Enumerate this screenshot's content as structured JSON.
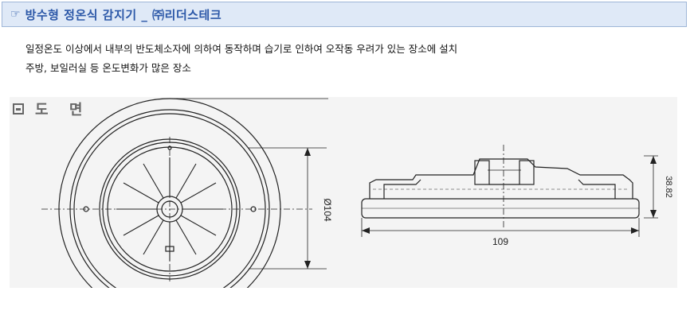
{
  "header": {
    "icon": "pointing-hand-icon",
    "glyph": "☞",
    "title": "방수형 정온식 감지기 _ ㈜리더스테크"
  },
  "description": {
    "line1": "일정온도 이상에서 내부의 반도체소자에 의하여 동작하며 습기로 인하여 오작동 우려가 있는 장소에 설치",
    "line2": "주방, 보일러실 등 온도변화가 많은 장소"
  },
  "drawing": {
    "title": "도 면",
    "diameter_label": "Ø104",
    "width_label": "109",
    "height_label": "38.82"
  }
}
